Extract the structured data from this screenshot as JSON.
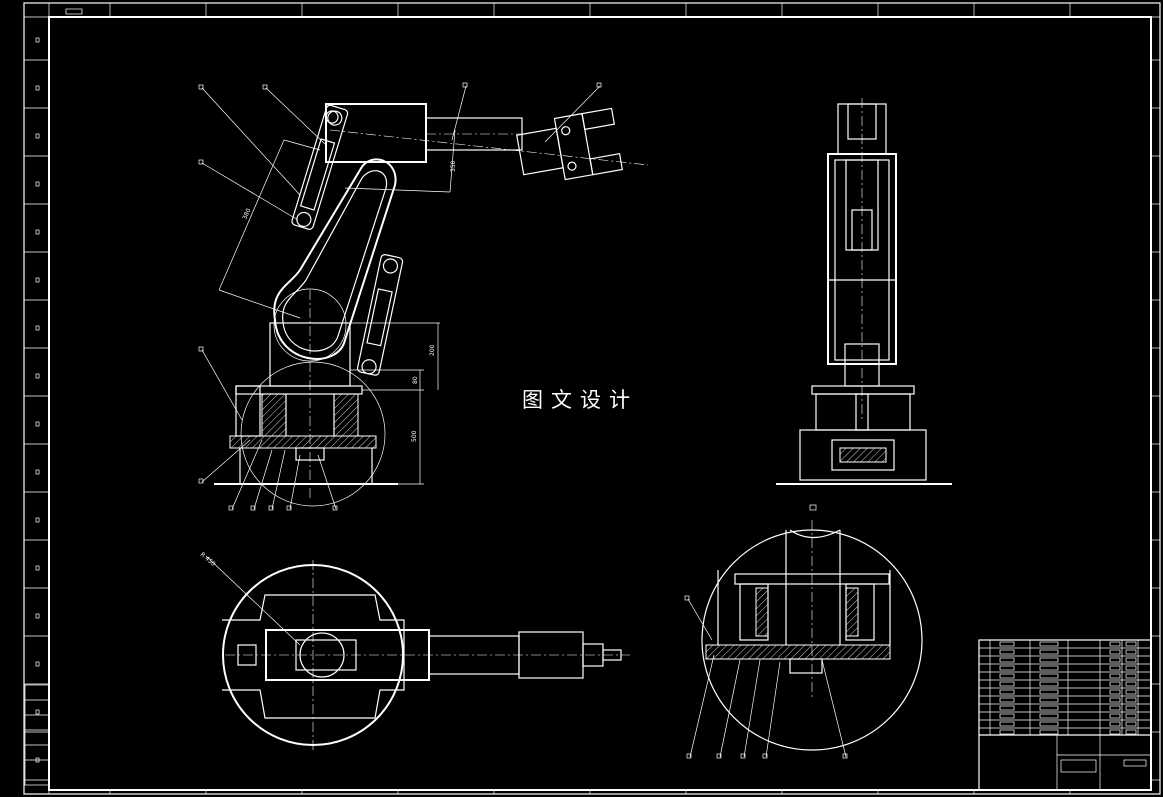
{
  "watermark": "图文设计",
  "dimensions": {
    "upper_arm": "380",
    "forearm": "350",
    "column": "200",
    "base_offset": "80",
    "base_height": "500",
    "plan_radius": "R 450"
  },
  "colors": {
    "background": "#000000",
    "lines": "#ffffff"
  }
}
